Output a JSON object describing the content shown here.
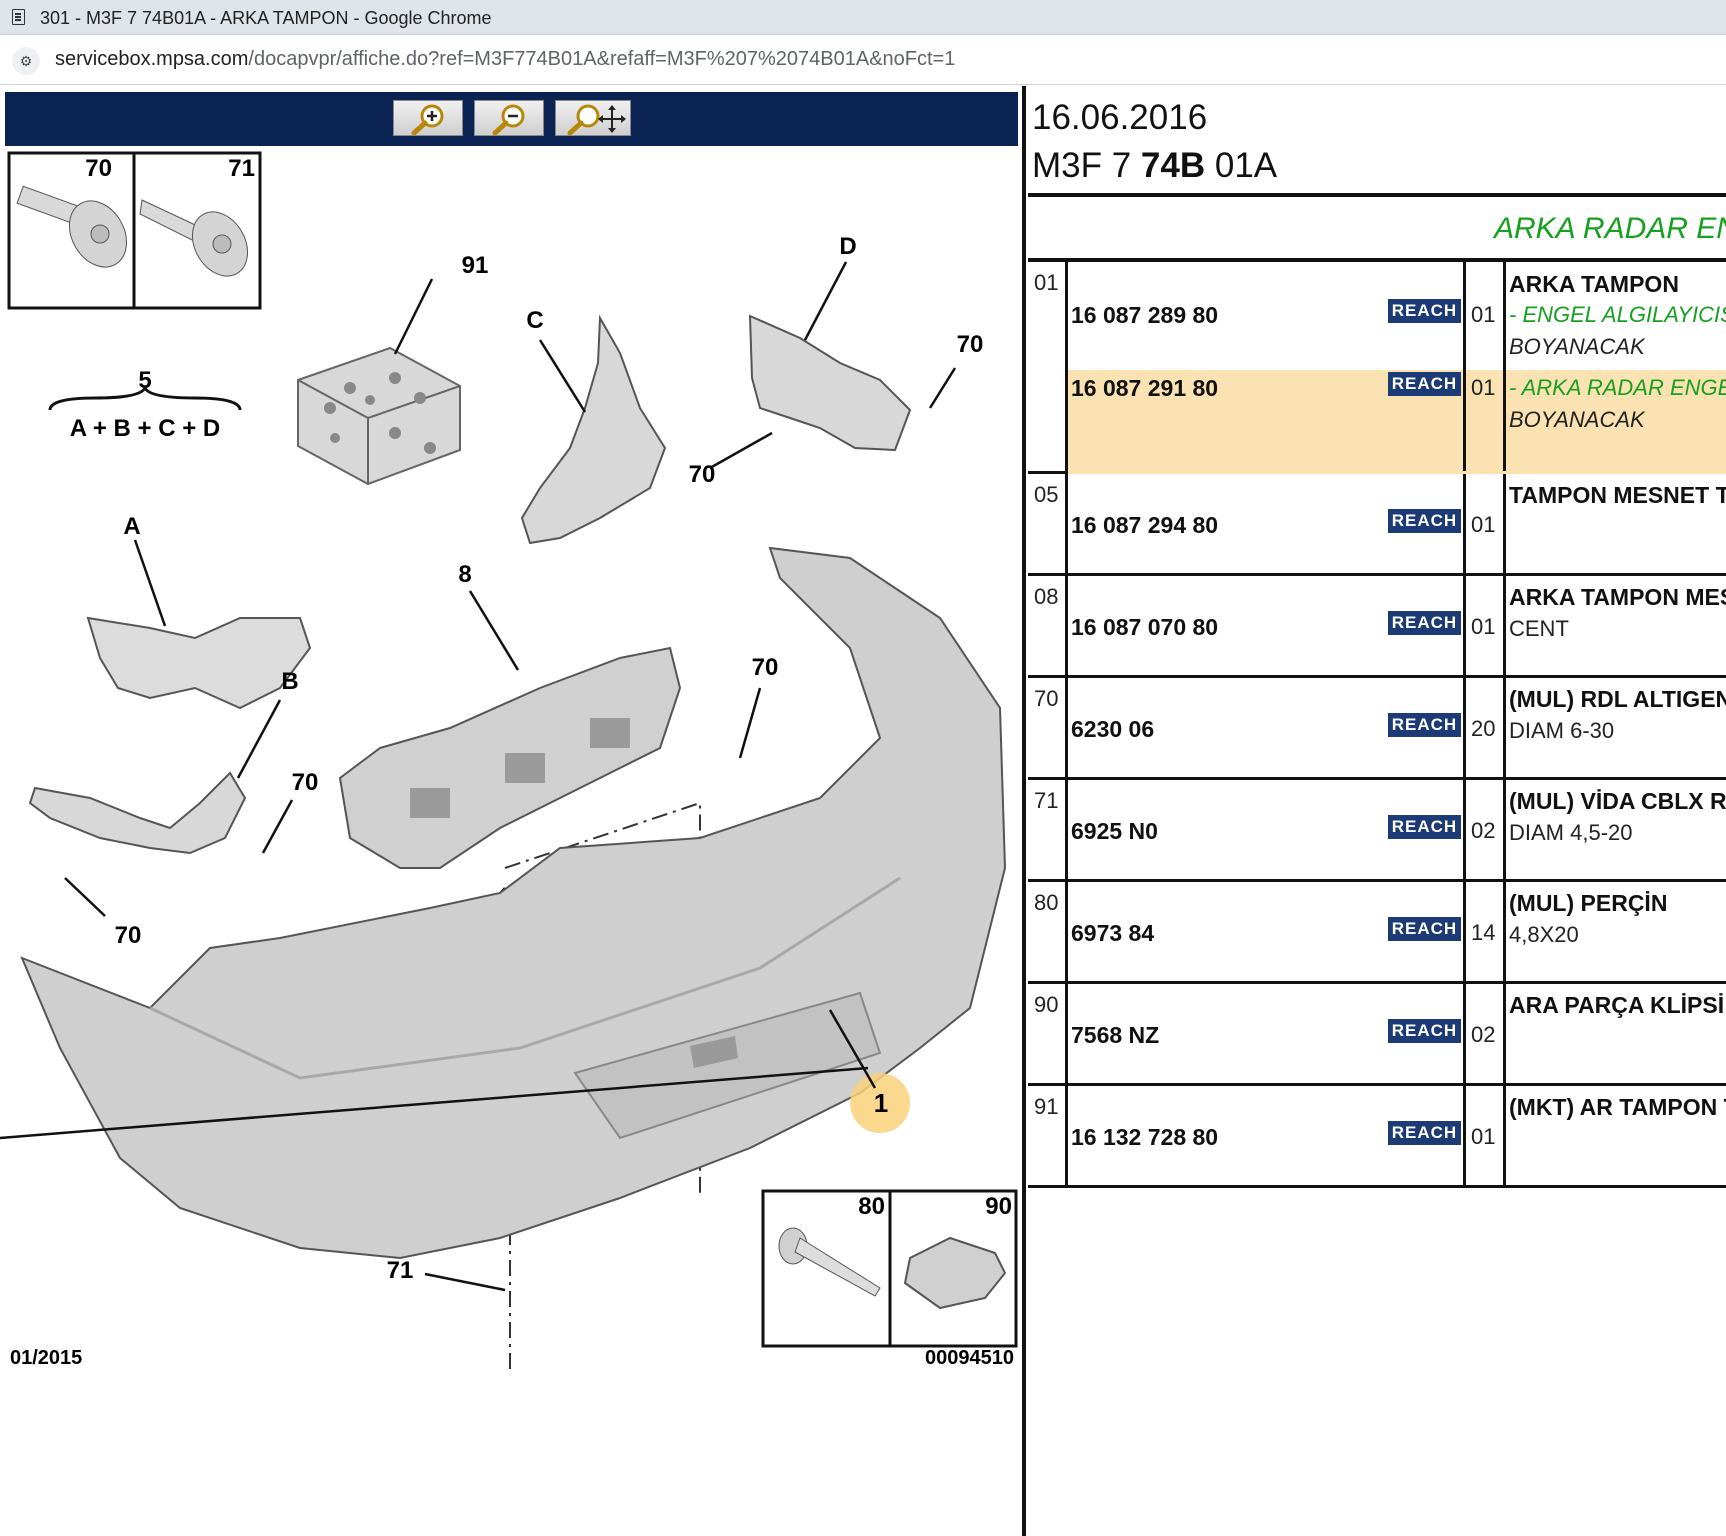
{
  "window": {
    "title": "301 - M3F 7 74B01A - ARKA TAMPON - Google Chrome"
  },
  "address": {
    "host": "servicebox.mpsa.com",
    "path": "/docapvpr/affiche.do?ref=M3F774B01A&refaff=M3F%207%2074B01A&noFct=1"
  },
  "toolbar": {
    "zoom_in": "zoom-in-icon",
    "zoom_out": "zoom-out-icon",
    "zoom_move": "zoom-pan-icon"
  },
  "diagram": {
    "callouts": {
      "c70a": "70",
      "c71": "71",
      "c91": "91",
      "c5": "5",
      "formula": "A + B + C + D",
      "cC": "C",
      "cD": "D",
      "c70b": "70",
      "c70c": "70",
      "cA": "A",
      "c8": "8",
      "c70d": "70",
      "cB": "B",
      "c70e": "70",
      "c70f": "70",
      "c90": "90",
      "c1": "1",
      "c71b": "71",
      "c80": "80",
      "c90b": "90"
    },
    "date_code": "01/2015",
    "image_code": "00094510"
  },
  "header": {
    "date": "16.06.2016",
    "ref_a": "M3F 7 ",
    "ref_b": "74B",
    "ref_c": " 01A"
  },
  "group_title": "ARKA RADAR EN",
  "rows": [
    {
      "item": "01",
      "pn": "16 087 289 80",
      "reach": "REACH",
      "qty": "01",
      "desc1": "ARKA TAMPON",
      "desc_green": "- ENGEL ALGILAYICIS",
      "desc_italic": "BOYANACAK"
    },
    {
      "pn": "16 087 291 80",
      "reach": "REACH",
      "qty": "01",
      "desc_green": "- ARKA RADAR ENGE",
      "desc_italic": "BOYANACAK"
    },
    {
      "item": "05",
      "pn": "16 087 294 80",
      "reach": "REACH",
      "qty": "01",
      "desc1": "TAMPON MESNET TA"
    },
    {
      "item": "08",
      "pn": "16 087 070 80",
      "reach": "REACH",
      "qty": "01",
      "desc1": "ARKA TAMPON MESN",
      "desc2": "CENT"
    },
    {
      "item": "70",
      "pn": "6230 06",
      "reach": "REACH",
      "qty": "20",
      "desc1": "(MUL) RDL ALTIGEN E",
      "desc2": "DIAM 6-30"
    },
    {
      "item": "71",
      "pn": "6925 N0",
      "reach": "REACH",
      "qty": "02",
      "desc1": "(MUL) VİDA CBLX RDI",
      "desc2": "DIAM 4,5-20"
    },
    {
      "item": "80",
      "pn": "6973 84",
      "reach": "REACH",
      "qty": "14",
      "desc1": "(MUL) PERÇİN",
      "desc2": "4,8X20"
    },
    {
      "item": "90",
      "pn": "7568 NZ",
      "reach": "REACH",
      "qty": "02",
      "desc1": "ARA PARÇA KLİPSİ"
    },
    {
      "item": "91",
      "pn": "16 132 728 80",
      "reach": "REACH",
      "qty": "01",
      "desc1": "(MKT) AR TAMPON TE"
    }
  ]
}
